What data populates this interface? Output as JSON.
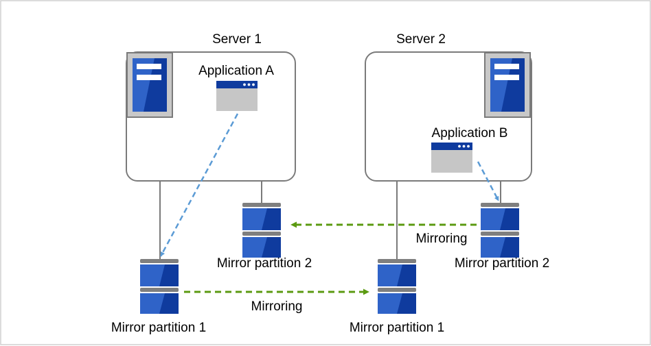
{
  "servers": [
    {
      "title": "Server 1",
      "app_label": "Application A"
    },
    {
      "title": "Server 2",
      "app_label": "Application B"
    }
  ],
  "disks": {
    "s1_p1": "Mirror partition 1",
    "s1_p2": "Mirror partition 2",
    "s2_p1": "Mirror partition 1",
    "s2_p2": "Mirror partition 2"
  },
  "mirroring": [
    "Mirroring",
    "Mirroring"
  ],
  "colors": {
    "frame": "#d0d0d0",
    "server_border": "#7a7a7a",
    "server_icon_bg": "#c8c8c8",
    "blue_dark": "#0f3b9e",
    "blue": "#2f63c8",
    "disk_cap": "#7f7f7f",
    "app_window": "#c6c6c6",
    "app_titlebar": "#0f3b9e",
    "access_arrow": "#5b9bd5",
    "mirror_arrow": "#5b9a11"
  }
}
